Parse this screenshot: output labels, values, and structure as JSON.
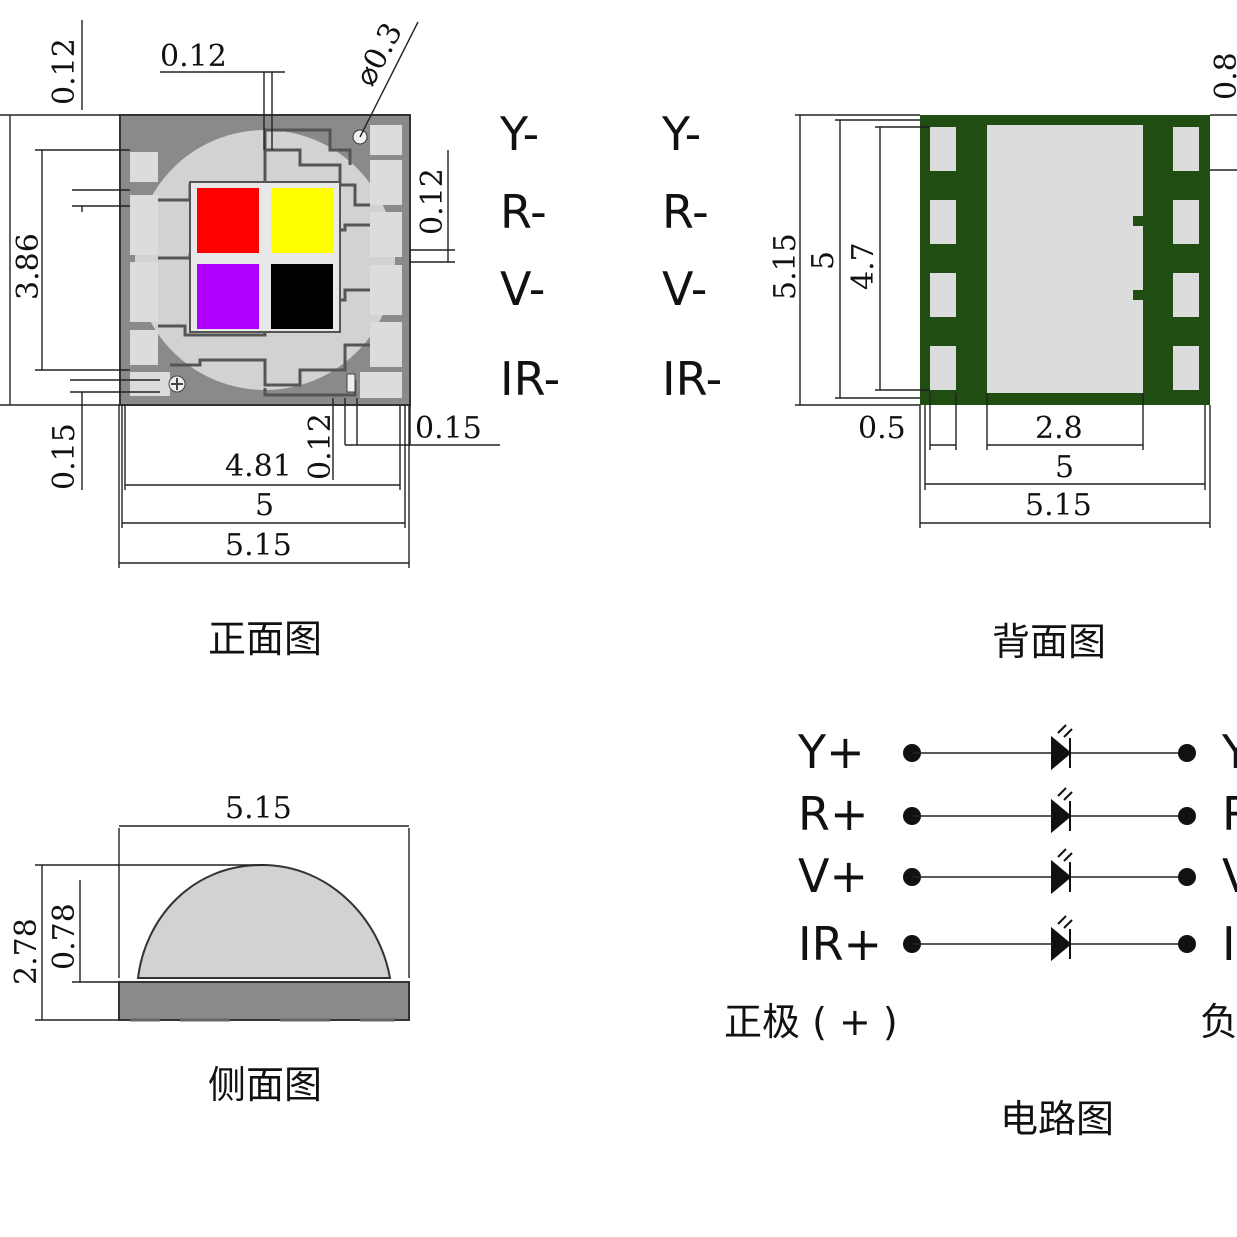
{
  "front_view": {
    "caption": "正面图",
    "dims": {
      "top_left_vert": "0.12",
      "top_gap": "0.12",
      "via_diameter": "⌀0.3",
      "right_gap": "0.12",
      "height_inner": "3.86",
      "bottom_left": "0.15",
      "bottom_gap_a": "0.12",
      "bottom_gap_b": "0.15",
      "width_inner": "4.81",
      "width_mid": "5",
      "width_outer": "5.15"
    },
    "chip_colors": {
      "yellow": "#ffff00",
      "red": "#ff0000",
      "violet": "#b000ff",
      "ir": "#000000",
      "substrate": "#8a8a8a",
      "pad": "#dcdcdc"
    }
  },
  "pin_labels_left": [
    "Y-",
    "R-",
    "V-",
    "IR-"
  ],
  "pin_labels_right": [
    "Y-",
    "R-",
    "V-",
    "IR-"
  ],
  "back_view": {
    "caption": "背面图",
    "dims": {
      "top_right": "0.8",
      "height_outer": "5.15",
      "height_mid": "5",
      "height_inner": "4.7",
      "pad_width": "0.5",
      "center_pad_width": "2.8",
      "width_mid": "5",
      "width_outer": "5.15"
    },
    "colors": {
      "board": "#1f4d12",
      "pad": "#dcdcdc"
    }
  },
  "side_view": {
    "caption": "侧面图",
    "dims": {
      "width": "5.15",
      "total_height": "2.78",
      "base_height": "0.78"
    }
  },
  "circuit": {
    "caption": "电路图",
    "anodes": [
      "Y+",
      "R+",
      "V+",
      "IR+"
    ],
    "cathodes_partial": [
      "Y",
      "R",
      "V",
      "I"
    ],
    "positive_label": "正极 ( + )",
    "negative_label": "负"
  }
}
